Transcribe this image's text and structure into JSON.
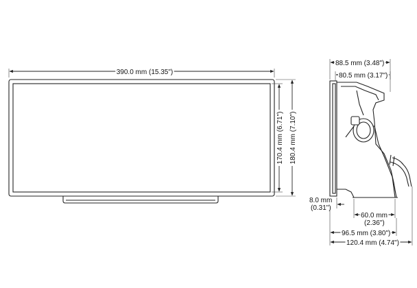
{
  "front_view": {
    "width_label": "390.0 mm (15.35\")",
    "screen_height_label": "170.4 mm (6.71\")",
    "overall_height_label": "180.4 mm (7.10\")"
  },
  "side_view": {
    "depth_overall_label": "88.5 mm (3.48\")",
    "depth_body_label": "80.5 mm (3.17\")",
    "bezel_thickness_line1": "8.0 mm",
    "bezel_thickness_line2": "(0.31\")",
    "mount_base_line1": "60.0 mm",
    "mount_base_line2": "(2.36\")",
    "mount_depth_label": "96.5 mm (3.80\")",
    "total_depth_label": "120.4 mm (4.74\")"
  }
}
